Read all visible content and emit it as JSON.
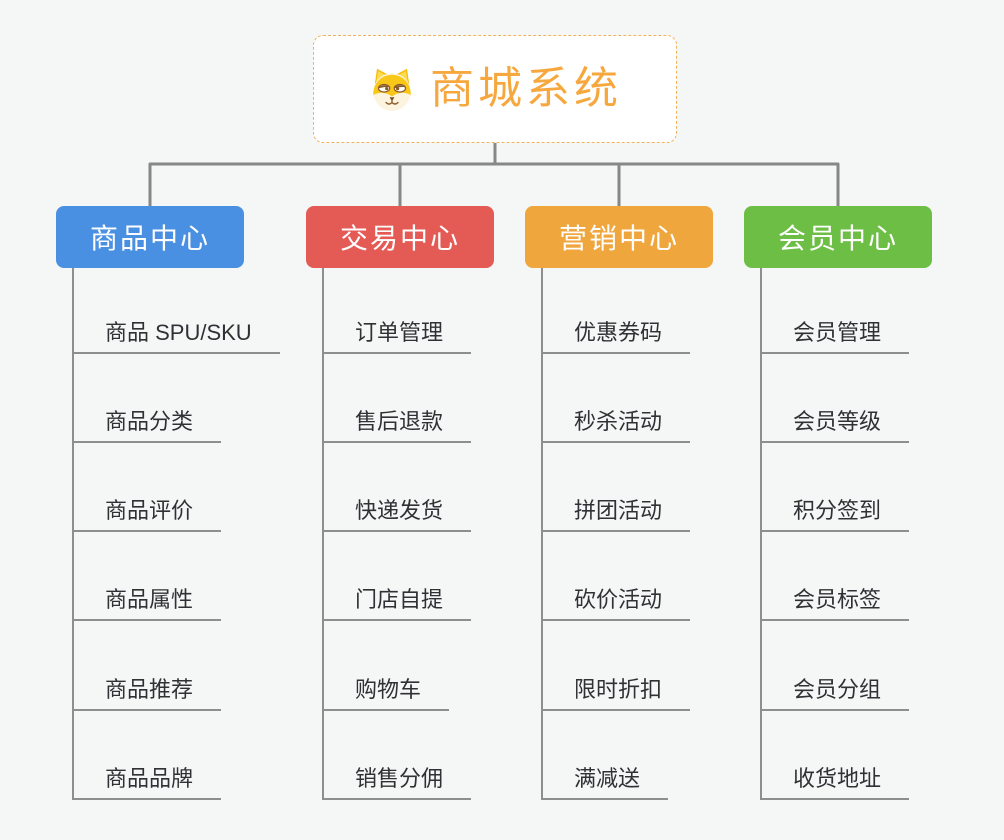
{
  "root": {
    "title": "商城系统",
    "text_color": "#F6A83E",
    "border_color": "#F2B25C",
    "icon": "dog-face-icon"
  },
  "branches": [
    {
      "label": "商品中心",
      "color": "#4A90E2",
      "children": [
        "商品 SPU/SKU",
        "商品分类",
        "商品评价",
        "商品属性",
        "商品推荐",
        "商品品牌"
      ]
    },
    {
      "label": "交易中心",
      "color": "#E45A55",
      "children": [
        "订单管理",
        "售后退款",
        "快递发货",
        "门店自提",
        "购物车",
        "销售分佣"
      ]
    },
    {
      "label": "营销中心",
      "color": "#EFA63C",
      "children": [
        "优惠券码",
        "秒杀活动",
        "拼团活动",
        "砍价活动",
        "限时折扣",
        "满减送"
      ]
    },
    {
      "label": "会员中心",
      "color": "#6DBE45",
      "children": [
        "会员管理",
        "会员等级",
        "积分签到",
        "会员标签",
        "会员分组",
        "收货地址"
      ]
    }
  ],
  "palette": {
    "background": "#F5F6F6",
    "connector_color": "#878787",
    "leaf_line_color": "#8E8E8E",
    "leaf_text_color": "#2F3235",
    "branch_text_color": "#FFFFFF"
  }
}
